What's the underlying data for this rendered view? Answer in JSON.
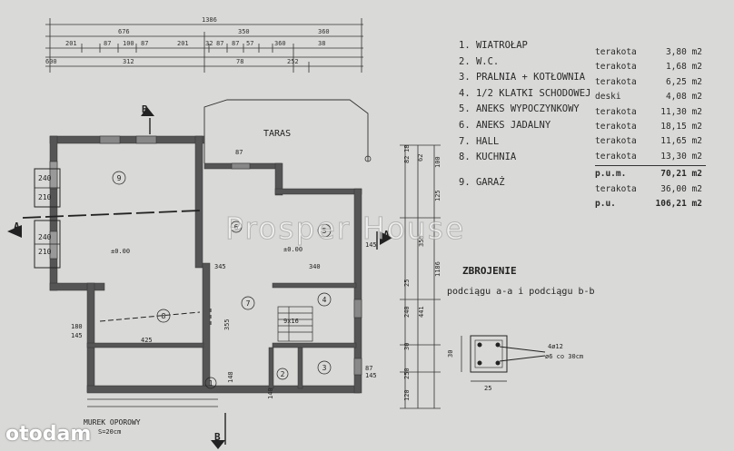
{
  "plan": {
    "dimensions_top": [
      "1386",
      "676",
      "350",
      "360",
      "201",
      "87",
      "100",
      "87",
      "201",
      "32",
      "87",
      "87",
      "57",
      "360",
      "38",
      "600",
      "312",
      "78",
      "252"
    ],
    "labels": {
      "taras": "TARAS",
      "murek": "MUREK OPOROWY",
      "murek_sub": "S=20cm",
      "section_a": "A",
      "section_b": "B"
    },
    "room_numbers": [
      "1",
      "2",
      "3",
      "4",
      "5",
      "6",
      "7",
      "8",
      "9"
    ],
    "window_sizes": [
      {
        "w": "240",
        "h": "210"
      },
      {
        "w": "240",
        "h": "210"
      }
    ],
    "levels": [
      "±0.00",
      "±0.00"
    ],
    "dims_interior": [
      "345",
      "340",
      "425",
      "355",
      "148",
      "87",
      "145",
      "145",
      "180",
      "145",
      "140",
      "9x16",
      "87",
      "145",
      "87",
      "145"
    ],
    "right_dims": [
      "100",
      "125",
      "350",
      "441",
      "240",
      "1186",
      "250",
      "120",
      "25",
      "30"
    ],
    "right_small": [
      "18",
      "82",
      "18",
      "62",
      "18",
      "18"
    ]
  },
  "rooms": [
    "1. WIATROŁAP",
    "2. W.C.",
    "3. PRALNIA + KOTŁOWNIA",
    "4. 1/2 KLATKI SCHODOWEJ",
    "5. ANEKS WYPOCZYNKOWY",
    "6. ANEKS JADALNY",
    "7. HALL",
    "8. KUCHNIA",
    "9. GARAŻ"
  ],
  "areas": [
    {
      "material": "terakota",
      "value": "3,80 m2"
    },
    {
      "material": "terakota",
      "value": "1,68 m2"
    },
    {
      "material": "terakota",
      "value": "6,25 m2"
    },
    {
      "material": "deski",
      "value": "4,08 m2"
    },
    {
      "material": "terakota",
      "value": "11,30 m2"
    },
    {
      "material": "terakota",
      "value": "18,15 m2"
    },
    {
      "material": "terakota",
      "value": "11,65 m2"
    },
    {
      "material": "terakota",
      "value": "13,30 m2"
    }
  ],
  "pum": {
    "label": "p.u.m.",
    "value": "70,21 m2"
  },
  "garage_area": {
    "material": "terakota",
    "value": "36,00 m2"
  },
  "pu": {
    "label": "p.u.",
    "value": "106,21 m2"
  },
  "zbrojenie": {
    "title": "ZBROJENIE",
    "subtitle": "podciągu a-a i podciągu b-b",
    "rebar": "4ø12",
    "stirrup": "ø6 co 30cm",
    "width": "25",
    "height": "30"
  },
  "watermark": "Prosper House",
  "brand": "otodam",
  "colors": {
    "paper": "#d9d9d7",
    "ink": "#2a2a2a",
    "wall": "#555555"
  }
}
